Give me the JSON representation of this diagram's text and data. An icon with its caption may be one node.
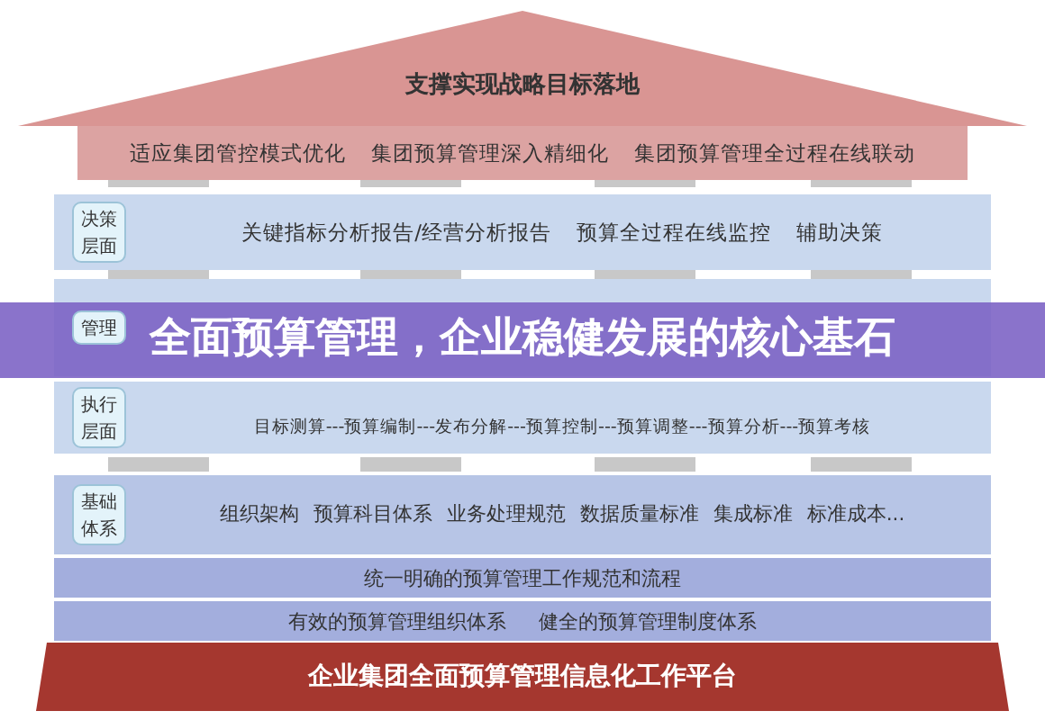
{
  "diagram": {
    "title": "全面预算管理，企业稳健发展的核心基石",
    "nodes": [
      {
        "text": [
          "支撑实现战略目标落地"
        ]
      },
      {
        "text": [
          "适应集团管控模式优化",
          "集团预算管理深入精细化",
          "集团预算管理全过程在线联动"
        ]
      },
      {
        "text": [
          "关键指标分析报告/经营分析报告",
          "预算全过程在线监控",
          "辅助决策"
        ]
      },
      {
        "text": [
          "决策层面"
        ],
        "in": 2
      },
      {
        "text": [],
        "shape": "bar"
      },
      {
        "text": [
          "管理"
        ],
        "in": 4
      },
      {
        "text": [
          "目标测算---预算编制---发布分解---预算控制---预算调整---预算分析---预算考核"
        ]
      },
      {
        "text": [
          "执行层面"
        ],
        "in": 6
      },
      {
        "text": [
          "组织架构",
          "预算科目体系",
          "业务处理规范",
          "数据质量标准",
          "集成标准",
          "标准成本..."
        ]
      },
      {
        "text": [
          "基础体系"
        ],
        "in": 8
      },
      {
        "text": [
          "统一明确的预算管理工作规范和流程"
        ]
      },
      {
        "text": [
          "有效的预算管理组织体系",
          "健全的预算管理制度体系"
        ]
      },
      {
        "text": [
          "企业集团全面预算管理信息化工作平台"
        ]
      }
    ],
    "edges": []
  }
}
